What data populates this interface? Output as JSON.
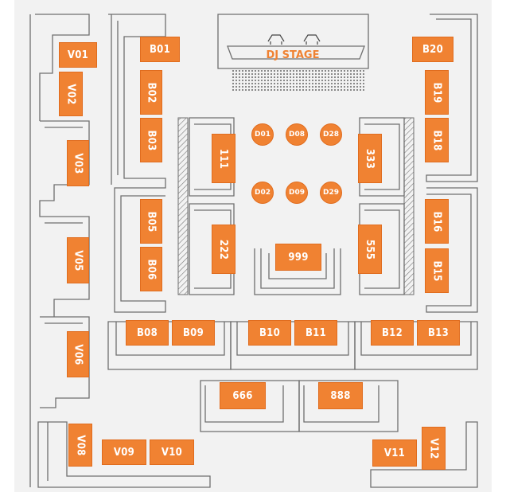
{
  "stage": {
    "label": "DJ STAGE"
  },
  "colors": {
    "table": "#f08232",
    "stage": "#f08232",
    "lines": "#6f6f6f",
    "floor": "#f2f2f2"
  },
  "tables": {
    "V01": "V01",
    "V02": "V02",
    "V03": "V03",
    "V05": "V05",
    "V06": "V06",
    "V08": "V08",
    "V09": "V09",
    "V10": "V10",
    "V11": "V11",
    "V12": "V12",
    "B01": "B01",
    "B02": "B02",
    "B03": "B03",
    "B05": "B05",
    "B06": "B06",
    "B08": "B08",
    "B09": "B09",
    "B10": "B10",
    "B11": "B11",
    "B12": "B12",
    "B13": "B13",
    "B15": "B15",
    "B16": "B16",
    "B18": "B18",
    "B19": "B19",
    "B20": "B20",
    "T111": "111",
    "T222": "222",
    "T333": "333",
    "T555": "555",
    "T666": "666",
    "T888": "888",
    "T999": "999"
  },
  "dance_tables": {
    "D01": "D01",
    "D08": "D08",
    "D28": "D28",
    "D02": "D02",
    "D09": "D09",
    "D29": "D29"
  }
}
